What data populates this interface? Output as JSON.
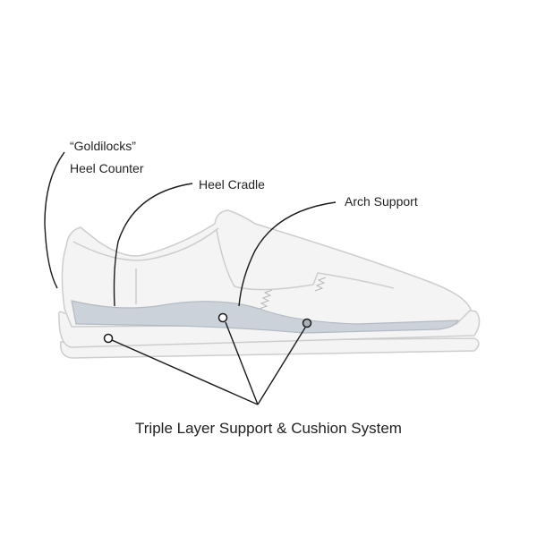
{
  "labels": {
    "goldilocks": "“Goldilocks”",
    "heel_counter": "Heel Counter",
    "heel_cradle": "Heel Cradle",
    "arch_support": "Arch Support"
  },
  "title": "Triple Layer Support & Cushion System",
  "colors": {
    "shoe_fill": "#f4f4f4",
    "shoe_stroke": "#cfcfcf",
    "insole": "#ccd2d9",
    "line": "#1a1a1a"
  }
}
